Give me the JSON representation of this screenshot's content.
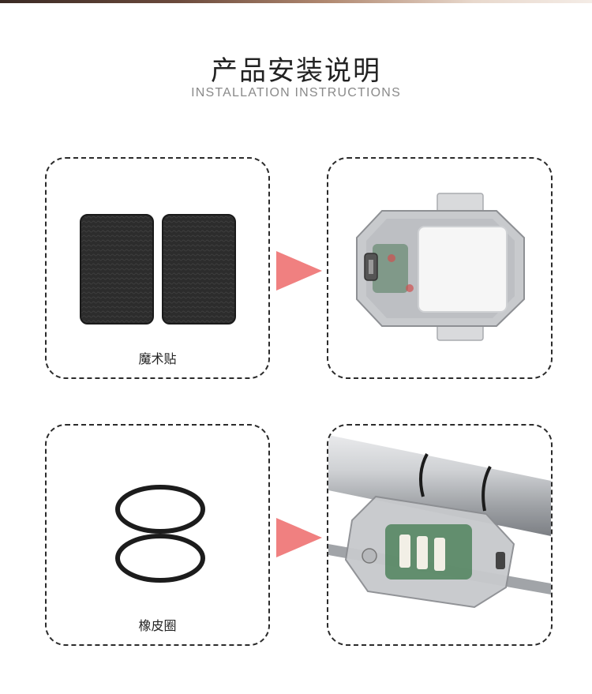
{
  "header": {
    "title": "产品安装说明",
    "subtitle": "INSTALLATION INSTRUCTIONS"
  },
  "panels": [
    {
      "label": "魔术贴"
    },
    {
      "label": "橡皮圈"
    }
  ],
  "colors": {
    "arrow": "#f08080",
    "panel_border": "#2b2b2b"
  },
  "icons": [
    "arrow-right-icon"
  ]
}
